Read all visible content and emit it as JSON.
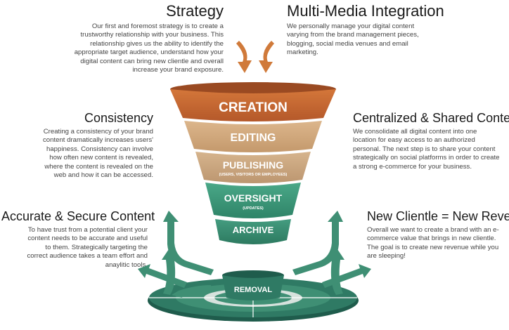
{
  "strategy": {
    "title": "Strategy",
    "body": "Our first and foremost strategy is to create a trustworthy relationship with your business. This relationship gives us the ability to identify the appropriate target audience, understand how your digital content can bring new clientle and overall increase your brand exposure."
  },
  "multimedia": {
    "title": "Multi-Media Integration",
    "body": "We personally manage your digital content varying from the brand management pieces, blogging, social media venues and email marketing."
  },
  "consistency": {
    "title": "Consistency",
    "body": "Creating a consistency of your brand content dramatically increases users' happiness. Consistency can involve how often new content is revealed, where the content is revealed on the web and how it can be accessed."
  },
  "centralized": {
    "title": "Centralized & Shared Content",
    "body": "We consolidate all digital content into one location for easy access to an authorized personal. The next step is to share your content strategically on social platforms in order to create a strong e-commerce for your business."
  },
  "accurate": {
    "title": "Accurate & Secure Content",
    "body": "To have trust from a potential client your content needs to be accurate and useful to them. Strategically targeting the correct audience takes a team effort and anaylitic tools."
  },
  "clientele": {
    "title": "New Clientle = New Revenue",
    "body": "Overall we want to create a brand with an e-commerce value that brings in new clientle. The goal is to create new revenue while you are sleeping!"
  },
  "funnel": {
    "creation": "CREATION",
    "editing": "EDITING",
    "publishing": "PUBLISHING",
    "publishing_sub": "(USERS, VISITORS OR EMPLOYEES)",
    "oversight": "OVERSIGHT",
    "oversight_sub": "(UPDATES)",
    "archive": "ARCHIVE",
    "removal": "REMOVAL"
  },
  "colors": {
    "creation": "#c8682e",
    "editing": "#cfa77d",
    "publishing": "#c9a57f",
    "oversight": "#3f9a7e",
    "archive": "#3a8a70",
    "base": "#2a6e5b",
    "arrow_orange": "#d07a3a",
    "arrow_green": "#3f8f74"
  }
}
